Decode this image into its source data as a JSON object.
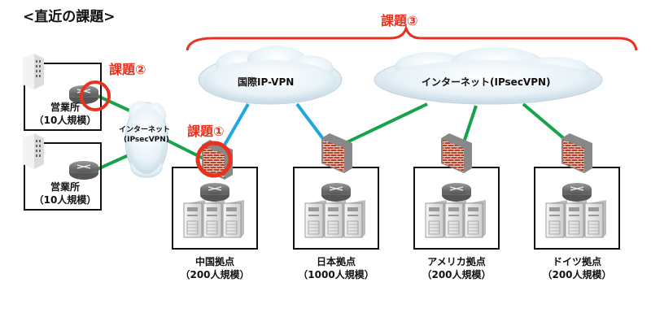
{
  "title": "<直近の課題>",
  "issues": {
    "issue1": "課題①",
    "issue2": "課題②",
    "issue3": "課題③"
  },
  "clouds": {
    "ipvpn": "国際IP-VPN",
    "internet_main": "インターネット(IPsecVPN)",
    "internet_small_line1": "インターネット",
    "internet_small_line2": "(IPsecVPN)"
  },
  "offices": [
    {
      "name": "営業所",
      "scale": "（10人規模）"
    },
    {
      "name": "営業所",
      "scale": "（10人規模）"
    }
  ],
  "sites": [
    {
      "name": "中国拠点",
      "scale": "（200人規模）"
    },
    {
      "name": "日本拠点",
      "scale": "（1000人規模）"
    },
    {
      "name": "アメリカ拠点",
      "scale": "（200人規模）"
    },
    {
      "name": "ドイツ拠点",
      "scale": "（200人規模）"
    }
  ],
  "colors": {
    "issue_red": "#e8321e",
    "internet_link": "#16a34a",
    "vpn_link": "#1ea7e1"
  }
}
